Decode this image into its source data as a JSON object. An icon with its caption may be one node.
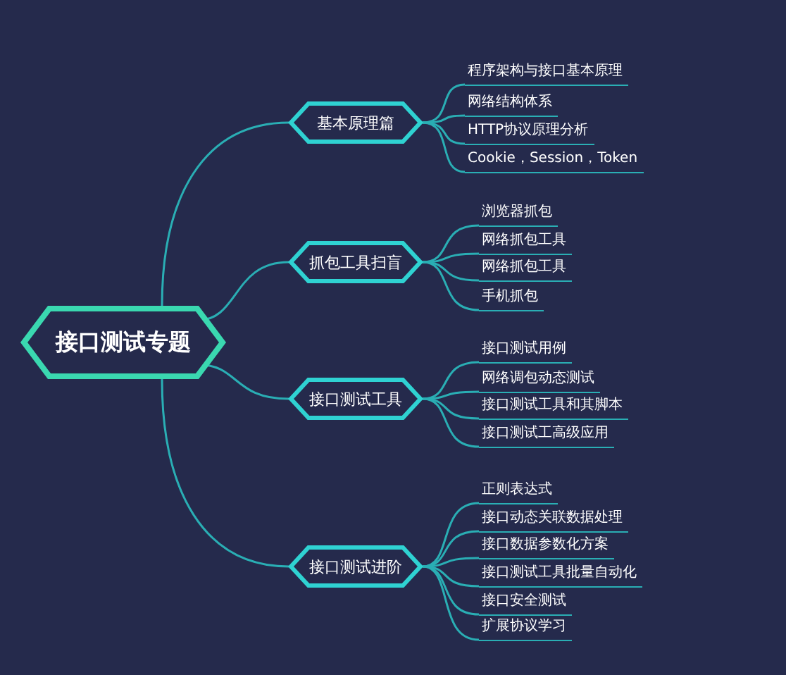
{
  "diagram": {
    "nodes": [
      {
        "text": [
          "接口测试专题"
        ]
      },
      {
        "text": [
          "基本原理篇"
        ]
      },
      {
        "text": [
          "程序架构与接口基本原理"
        ]
      },
      {
        "text": [
          "网络结构体系"
        ]
      },
      {
        "text": [
          "HTTP协议原理分析"
        ]
      },
      {
        "text": [
          "Cookie，Session，Token"
        ]
      },
      {
        "text": [
          "抓包工具扫盲"
        ]
      },
      {
        "text": [
          "浏览器抓包"
        ]
      },
      {
        "text": [
          "网络抓包工具"
        ]
      },
      {
        "text": [
          "网络抓包工具"
        ]
      },
      {
        "text": [
          "手机抓包"
        ]
      },
      {
        "text": [
          "接口测试工具"
        ]
      },
      {
        "text": [
          "接口测试用例"
        ]
      },
      {
        "text": [
          "网络调包动态测试"
        ]
      },
      {
        "text": [
          "接口测试工具和其脚本"
        ]
      },
      {
        "text": [
          "接口测试工高级应用"
        ]
      },
      {
        "text": [
          "接口测试进阶"
        ]
      },
      {
        "text": [
          "正则表达式"
        ]
      },
      {
        "text": [
          "接口动态关联数据处理"
        ]
      },
      {
        "text": [
          "接口数据参数化方案"
        ]
      },
      {
        "text": [
          "接口测试工具批量自动化"
        ]
      },
      {
        "text": [
          "接口安全测试"
        ]
      },
      {
        "text": [
          "扩展协议学习"
        ]
      }
    ],
    "edges": [
      {
        "from": 0,
        "to": 1,
        "arrow": "none"
      },
      {
        "from": 0,
        "to": 6,
        "arrow": "none"
      },
      {
        "from": 0,
        "to": 11,
        "arrow": "none"
      },
      {
        "from": 0,
        "to": 16,
        "arrow": "none"
      },
      {
        "from": 1,
        "to": 2,
        "arrow": "none"
      },
      {
        "from": 1,
        "to": 3,
        "arrow": "none"
      },
      {
        "from": 1,
        "to": 4,
        "arrow": "none"
      },
      {
        "from": 1,
        "to": 5,
        "arrow": "none"
      },
      {
        "from": 6,
        "to": 7,
        "arrow": "none"
      },
      {
        "from": 6,
        "to": 8,
        "arrow": "none"
      },
      {
        "from": 6,
        "to": 9,
        "arrow": "none"
      },
      {
        "from": 6,
        "to": 10,
        "arrow": "none"
      },
      {
        "from": 11,
        "to": 12,
        "arrow": "none"
      },
      {
        "from": 11,
        "to": 13,
        "arrow": "none"
      },
      {
        "from": 11,
        "to": 14,
        "arrow": "none"
      },
      {
        "from": 11,
        "to": 15,
        "arrow": "none"
      },
      {
        "from": 16,
        "to": 17,
        "arrow": "none"
      },
      {
        "from": 16,
        "to": 18,
        "arrow": "none"
      },
      {
        "from": 16,
        "to": 19,
        "arrow": "none"
      },
      {
        "from": 16,
        "to": 20,
        "arrow": "none"
      },
      {
        "from": 16,
        "to": 21,
        "arrow": "none"
      },
      {
        "from": 16,
        "to": 22,
        "arrow": "none"
      }
    ]
  }
}
